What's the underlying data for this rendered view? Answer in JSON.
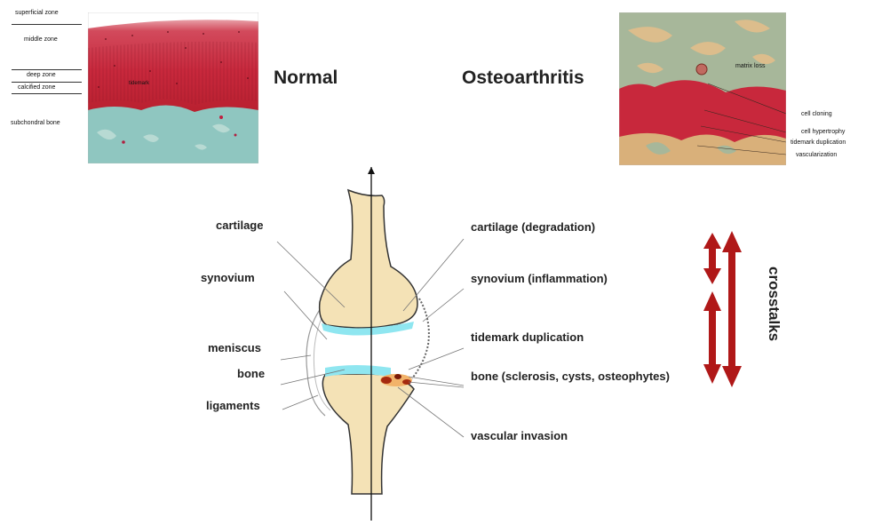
{
  "normal": {
    "title": "Normal",
    "zones": [
      "superficial zone",
      "middle zone",
      "deep zone",
      "calcified zone",
      "subchondral bone"
    ],
    "tidemark": "tidemark"
  },
  "oa": {
    "title": "Osteoarthritis",
    "matrix_loss": "matrix loss",
    "labels": [
      "cell cloning",
      "cell hypertrophy",
      "tidemark duplication",
      "vascularization"
    ]
  },
  "left_labels": [
    "cartilage",
    "synovium",
    "meniscus",
    "bone",
    "ligaments"
  ],
  "right_labels": [
    "cartilage (degradation)",
    "synovium (inflammation)",
    "tidemark duplication",
    "bone (sclerosis, cysts, osteophytes)",
    "vascular invasion"
  ],
  "crosstalks": "crosstalks",
  "colors": {
    "cartilage_red": "#c8283c",
    "bone_teal": "#8fc6c0",
    "joint_bone": "#f4e2b6",
    "cyan": "#8fe6f0",
    "arrow_red": "#b01818"
  }
}
